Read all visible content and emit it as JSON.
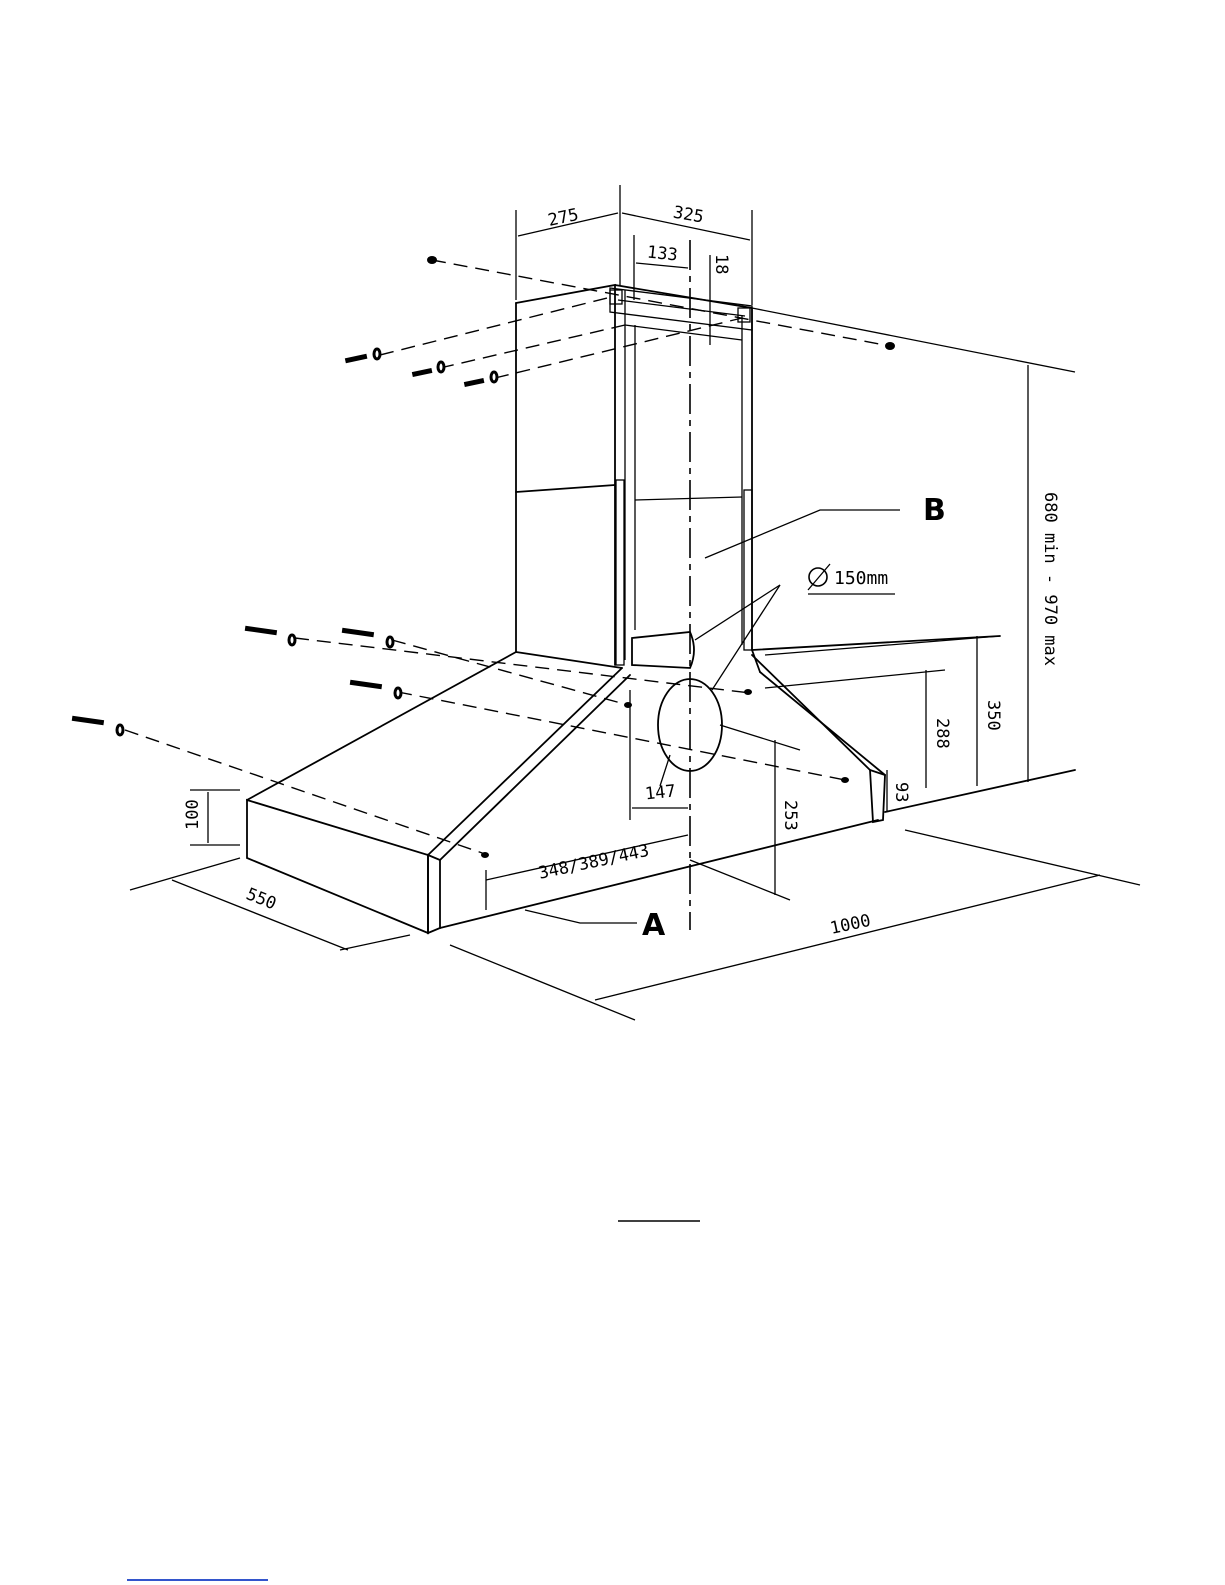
{
  "dimensions": {
    "top_left_width": "275",
    "top_right_width": "325",
    "bracket_offset": "133",
    "bracket_gap": "18",
    "total_height": "680 min - 970 max",
    "hood_back_height": "350",
    "fixing_height": "288",
    "side_tip_height": "93",
    "duct_offset": "253",
    "duct_distance": "147",
    "front_height": "100",
    "depth": "550",
    "width": "1000",
    "screw_spacing": "348/389/443"
  },
  "duct_label": "150mm",
  "callouts": {
    "a": "A",
    "b": "B"
  }
}
